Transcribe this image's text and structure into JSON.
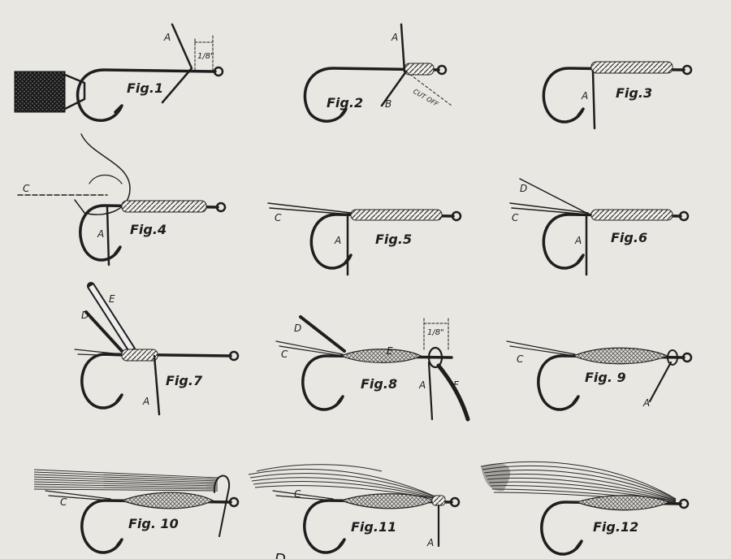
{
  "figures": [
    {
      "id": "1",
      "label": "Fig.1",
      "letters": [
        "A"
      ],
      "measure": "1/8\""
    },
    {
      "id": "2",
      "label": "Fig.2",
      "letters": [
        "A",
        "B"
      ],
      "note": "CUT OFF"
    },
    {
      "id": "3",
      "label": "Fig.3",
      "letters": [
        "A"
      ]
    },
    {
      "id": "4",
      "label": "Fig.4",
      "letters": [
        "C",
        "A"
      ]
    },
    {
      "id": "5",
      "label": "Fig.5",
      "letters": [
        "C",
        "A"
      ]
    },
    {
      "id": "6",
      "label": "Fig.6",
      "letters": [
        "D",
        "C",
        "A"
      ]
    },
    {
      "id": "7",
      "label": "Fig.7",
      "letters": [
        "E",
        "D",
        "A"
      ]
    },
    {
      "id": "8",
      "label": "Fig.8",
      "letters": [
        "D",
        "C",
        "E",
        "A",
        "F"
      ],
      "measure": "1/8\""
    },
    {
      "id": "9",
      "label": "Fig. 9",
      "letters": [
        "C",
        "A"
      ]
    },
    {
      "id": "10",
      "label": "Fig. 10",
      "letters": [
        "C"
      ]
    },
    {
      "id": "11",
      "label": "Fig.11",
      "letters": [
        "C",
        "A"
      ]
    },
    {
      "id": "12",
      "label": "Fig.12",
      "letters": []
    }
  ],
  "caption": "D"
}
